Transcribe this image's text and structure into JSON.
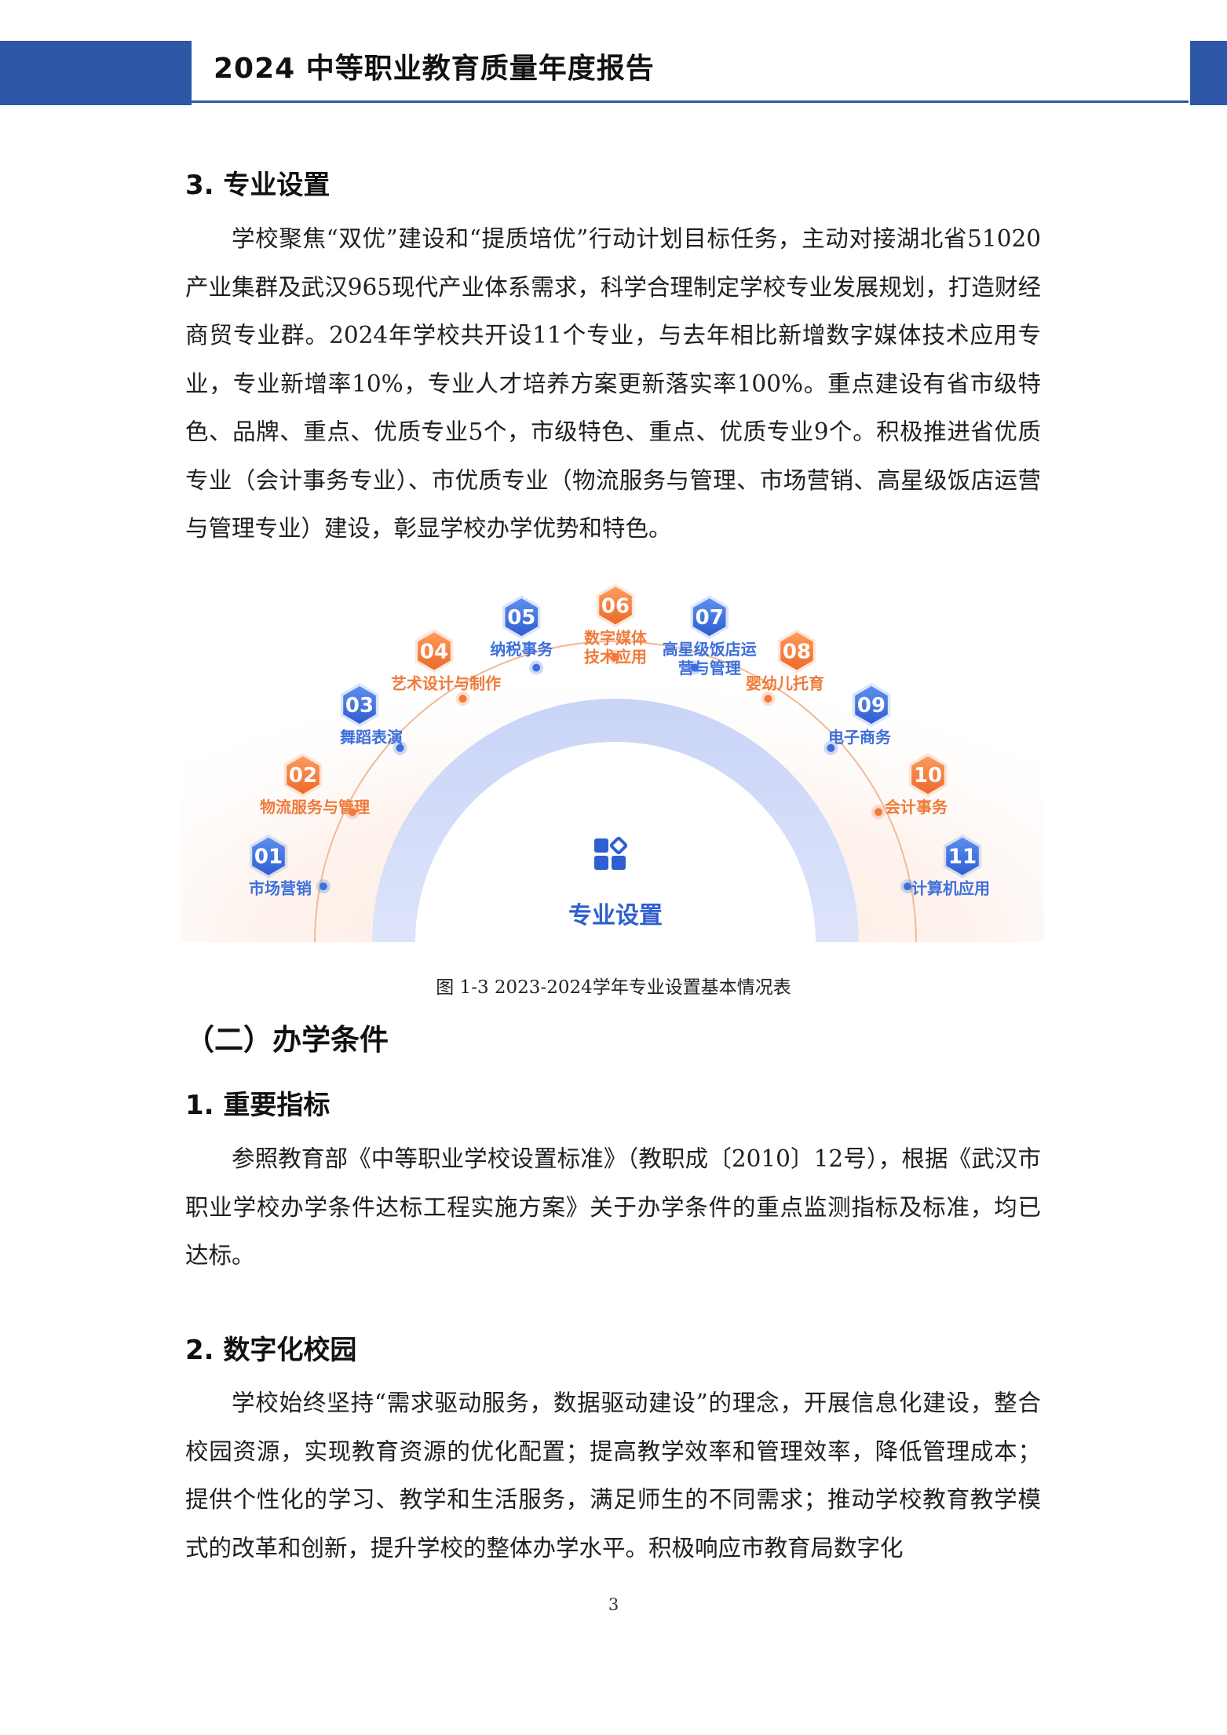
{
  "header": {
    "title": "2024 中等职业教育质量年度报告"
  },
  "section3": {
    "heading": "3. 专业设置",
    "paragraph": "学校聚焦“双优”建设和“提质培优”行动计划目标任务，主动对接湖北省51020产业集群及武汉965现代产业体系需求，科学合理制定学校专业发展规划，打造财经商贸专业群。2024年学校共开设11个专业，与去年相比新增数字媒体技术应用专业，专业新增率10%，专业人才培养方案更新落实率100%。重点建设有省市级特色、品牌、重点、优质专业5个，市级特色、重点、优质专业9个。积极推进省优质专业（会计事务专业）、市优质专业（物流服务与管理、市场营销、高星级饭店运营与管理专业）建设，彰显学校办学优势和特色。"
  },
  "diagram": {
    "center_label": "专业设置",
    "center_icon": "grid-apps-icon",
    "colors": {
      "blue": "#3d6fdc",
      "orange": "#f07a3a"
    },
    "items": [
      {
        "num": "01",
        "label": "市场营销",
        "color": "blue"
      },
      {
        "num": "02",
        "label": "物流服务与管理",
        "color": "orange"
      },
      {
        "num": "03",
        "label": "舞蹈表演",
        "color": "blue"
      },
      {
        "num": "04",
        "label": "艺术设计与制作",
        "color": "orange"
      },
      {
        "num": "05",
        "label": "纳税事务",
        "color": "blue"
      },
      {
        "num": "06",
        "label": "数字媒体技术应用",
        "color": "orange"
      },
      {
        "num": "07",
        "label": "高星级饭店运营与管理",
        "color": "blue"
      },
      {
        "num": "08",
        "label": "婴幼儿托育",
        "color": "orange"
      },
      {
        "num": "09",
        "label": "电子商务",
        "color": "blue"
      },
      {
        "num": "10",
        "label": "会计事务",
        "color": "orange"
      },
      {
        "num": "11",
        "label": "计算机应用",
        "color": "blue"
      }
    ]
  },
  "caption": "图 1-3 2023-2024学年专业设置基本情况表",
  "sectionB": {
    "heading": "（二）办学条件"
  },
  "sub1": {
    "heading": "1. 重要指标",
    "paragraph": "参照教育部《中等职业学校设置标准》（教职成〔2010〕12号），根据《武汉市职业学校办学条件达标工程实施方案》关于办学条件的重点监测指标及标准，均已达标。"
  },
  "sub2": {
    "heading": "2. 数字化校园",
    "paragraph": "学校始终坚持“需求驱动服务，数据驱动建设”的理念，开展信息化建设，整合校园资源，实现教育资源的优化配置；提高教学效率和管理效率，降低管理成本；提供个性化的学习、教学和生活服务，满足师生的不同需求；推动学校教育教学模式的改革和创新，提升学校的整体办学水平。积极响应市教育局数字化"
  },
  "page_number": "3"
}
